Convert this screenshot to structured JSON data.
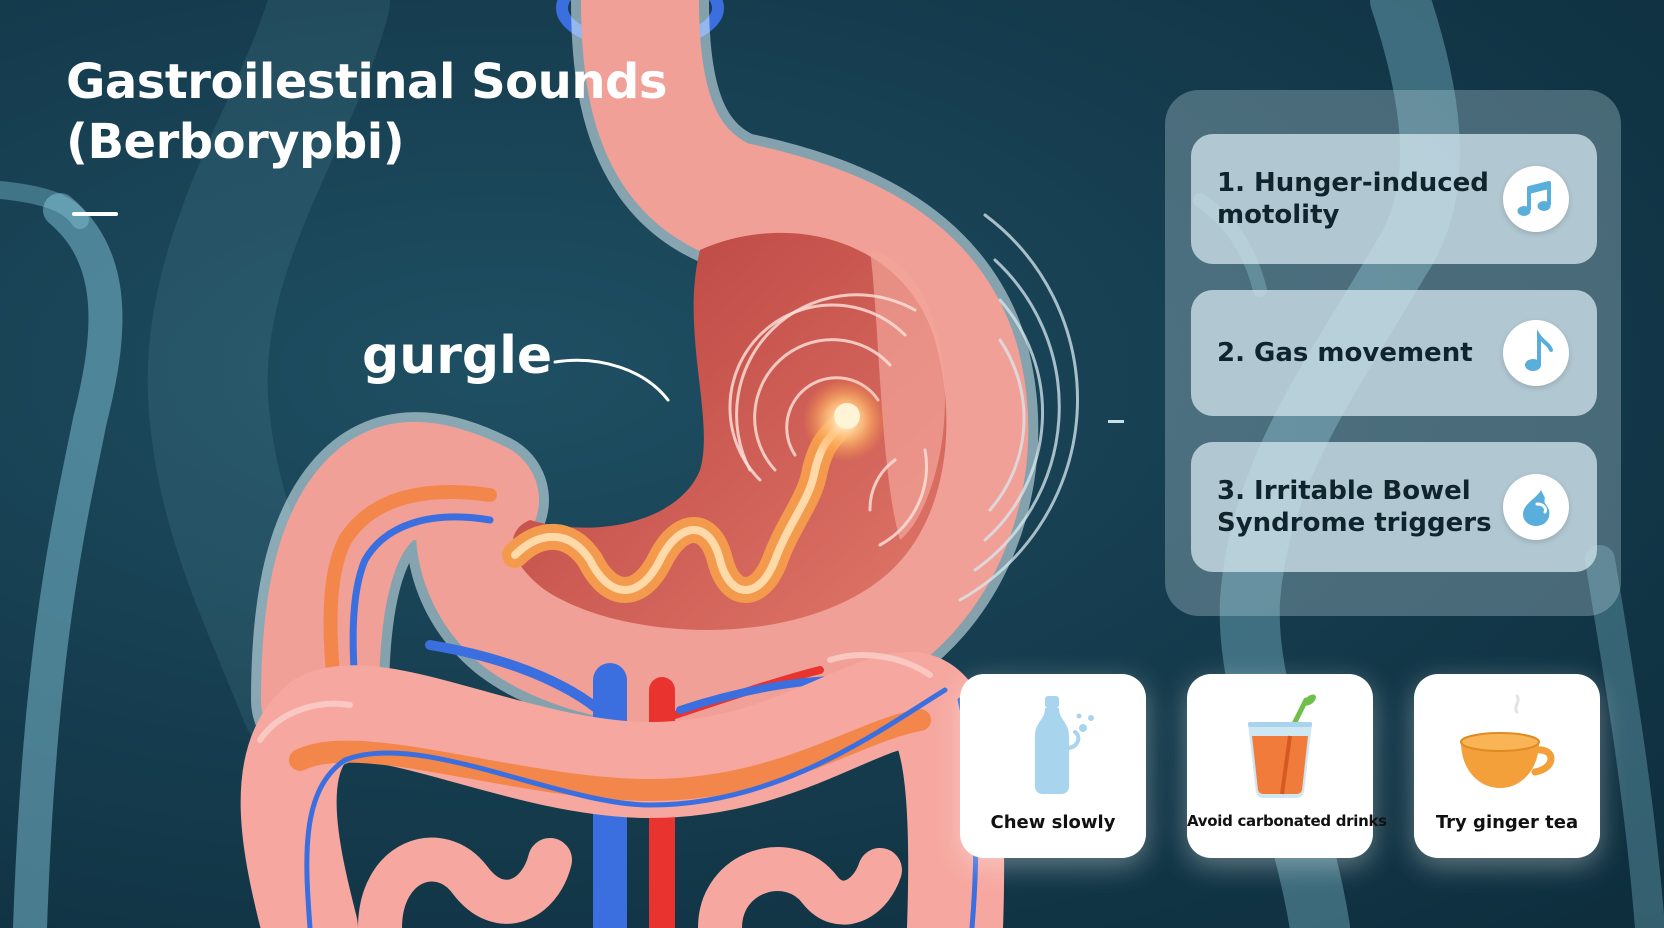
{
  "title": {
    "line1": "Gastroilestinal Sounds",
    "line2": "(Berborypbi)"
  },
  "diagram": {
    "gurgle_label": "gurgle"
  },
  "causes": [
    {
      "label": "1. Hunger-induced motolity",
      "icon": "music-notes-icon"
    },
    {
      "label": "2. Gas movement",
      "icon": "music-note-icon"
    },
    {
      "label": "3. Irritable Bowel Syndrome triggers",
      "icon": "drop-icon"
    }
  ],
  "tips": [
    {
      "label": "Chew slowly",
      "icon": "bottle-icon"
    },
    {
      "label": "Avoid carbonated drinks",
      "icon": "drink-glass-icon"
    },
    {
      "label": "Try ginger tea",
      "icon": "tea-cup-icon"
    }
  ],
  "colors": {
    "background": "#163e50",
    "body_silhouette": "#8fd3e6",
    "stomach": "#f0a096",
    "stomach_interior": "#c9514b",
    "wave": "#f39a4d",
    "vein": "#3b6fe0",
    "artery": "#e8332e",
    "icon_blue": "#5aaedb"
  }
}
